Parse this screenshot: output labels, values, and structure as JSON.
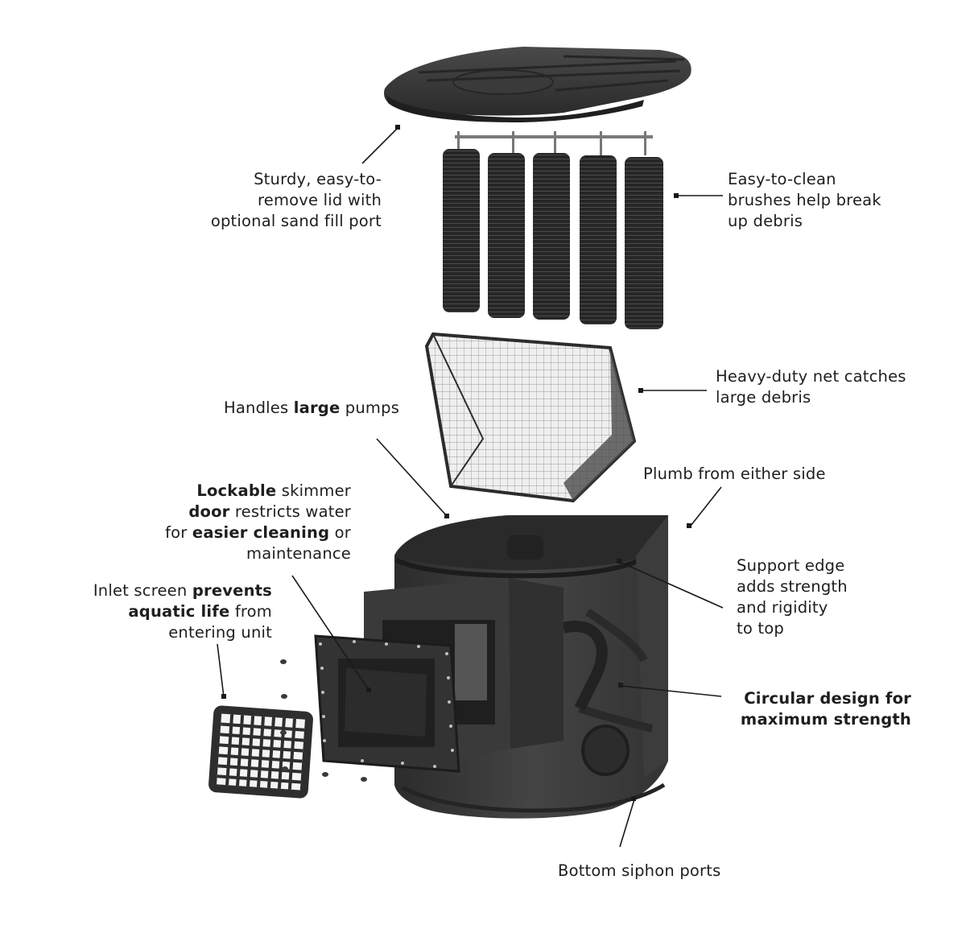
{
  "colors": {
    "background": "#ffffff",
    "part_dark": "#2f2f2f",
    "part_mid": "#3c3c3c",
    "part_light": "#4a4a4a",
    "net_mesh": "#8a8a8a",
    "text": "#1e1e1e"
  },
  "callouts": {
    "lid": {
      "lines": [
        "Sturdy, easy-to-",
        "remove lid with",
        "optional sand fill port"
      ]
    },
    "brushes": {
      "lines": [
        "Easy-to-clean",
        "brushes help break",
        "up debris"
      ]
    },
    "net": {
      "lines": [
        "Heavy-duty net catches",
        "large debris"
      ]
    },
    "pumps": {
      "before": "Handles ",
      "bold": "large",
      "after": " pumps"
    },
    "plumb": {
      "text": "Plumb from either side"
    },
    "door": {
      "line1_bold": "Lockable",
      "line1_rest": " skimmer",
      "line2_bold": "door",
      "line2_rest": " restricts water",
      "line3_pre": "for ",
      "line3_bold": "easier cleaning",
      "line3_post": " or",
      "line4": "maintenance"
    },
    "inlet": {
      "line1_pre": "Inlet screen ",
      "line1_bold": "prevents",
      "line2_bold": "aquatic life",
      "line2_rest": " from",
      "line3": "entering unit"
    },
    "support": {
      "lines": [
        "Support edge",
        "adds strength",
        "and rigidity",
        "to top"
      ]
    },
    "circular": {
      "lines": [
        "Circular design for",
        "maximum strength"
      ]
    },
    "siphon": {
      "text": "Bottom siphon ports"
    }
  }
}
